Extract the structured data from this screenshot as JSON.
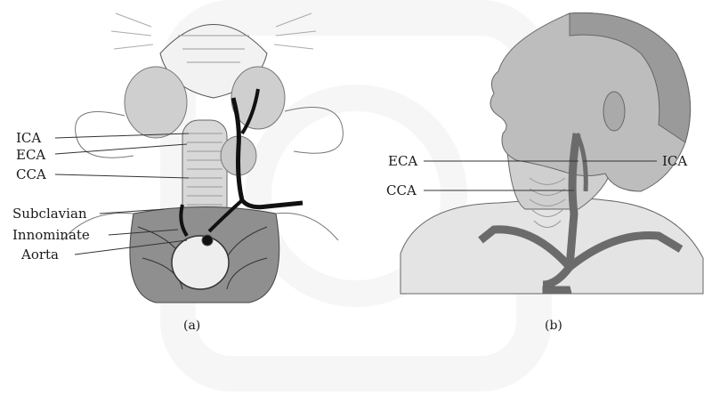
{
  "panel_a": {
    "labels": {
      "ica": "ICA",
      "eca": "ECA",
      "cca": "CCA",
      "subclavian": "Subclavian",
      "innominate": "Innominate",
      "aorta": "Aorta"
    },
    "caption": "(a)"
  },
  "panel_b": {
    "labels": {
      "eca": "ECA",
      "ica": "ICA",
      "cca": "CCA"
    },
    "caption": "(b)"
  },
  "colors": {
    "ink": "#1a1a1a",
    "vessel_a": "#111111",
    "vessel_b": "#6b6b6b",
    "skin": "#d9d9d9",
    "watermark": "#eeeeee"
  }
}
